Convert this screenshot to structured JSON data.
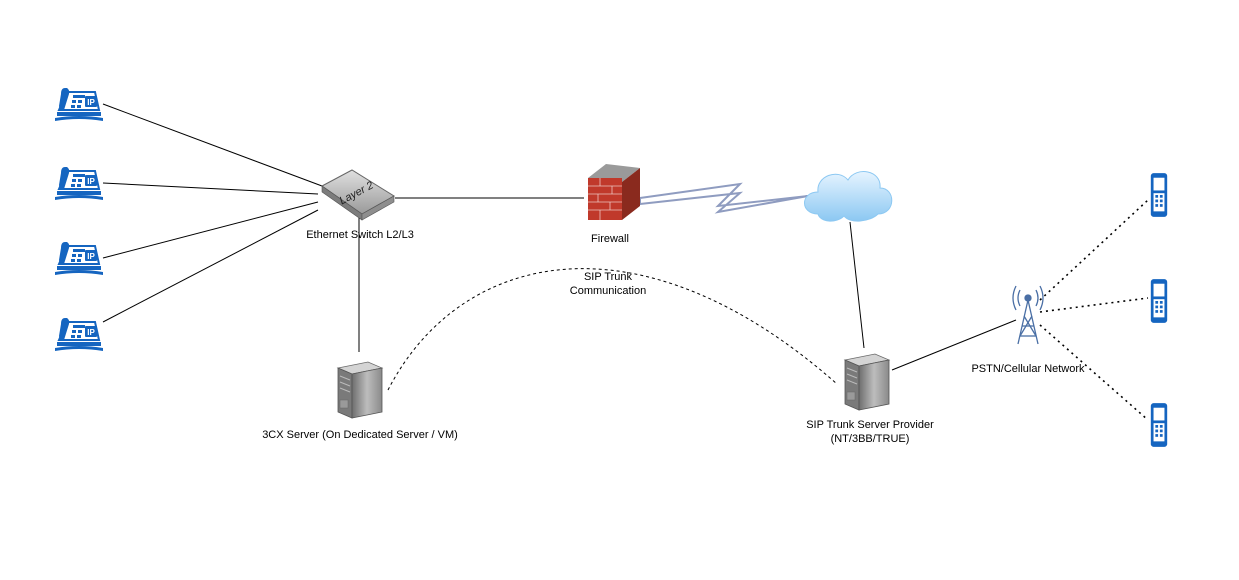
{
  "labels": {
    "switch": "Ethernet Switch L2/L3",
    "switch_face": "Layer 2",
    "firewall": "Firewall",
    "sip_trunk_line1": "SIP Trunk",
    "sip_trunk_line2": "Communication",
    "server_3cx": "3CX Server (On Dedicated Server / VM)",
    "sip_provider_line1": "SIP Trunk Server Provider",
    "sip_provider_line2": "(NT/3BB/TRUE)",
    "pstn": "PSTN/Cellular Network",
    "ip_phone_badge": "IP"
  },
  "nodes": {
    "ip_phones": [
      {
        "name": "ip-phone-1"
      },
      {
        "name": "ip-phone-2"
      },
      {
        "name": "ip-phone-3"
      },
      {
        "name": "ip-phone-4"
      }
    ],
    "mobiles": [
      {
        "name": "mobile-phone-1"
      },
      {
        "name": "mobile-phone-2"
      },
      {
        "name": "mobile-phone-3"
      }
    ]
  },
  "colors": {
    "phone_blue": "#1565c0",
    "firewall_red": "#c0392b",
    "cloud_blue": "#9fd0f5",
    "server_gray": "#8c8c8c",
    "switch_gray": "#b5b5b5",
    "tower_blue": "#4a6fa5",
    "lightning": "#a8b4d0"
  }
}
